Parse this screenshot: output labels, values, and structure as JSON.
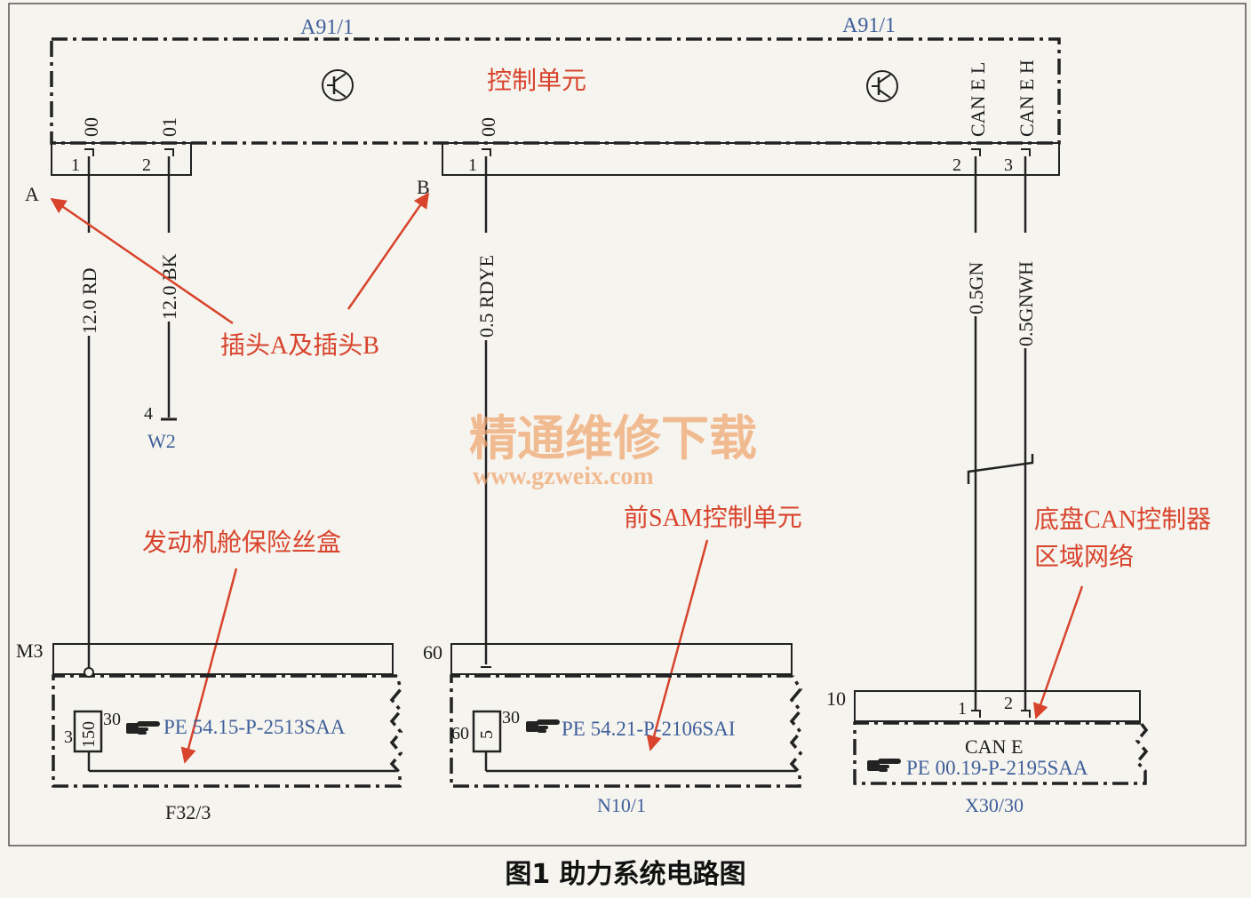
{
  "labels": {
    "module_left": "A91/1",
    "module_right": "A91/1",
    "control_unit": "控制单元",
    "pin_00_a": "00",
    "pin_01": "01",
    "pin_00_b": "00",
    "can_el": "CAN E L",
    "can_eh": "CAN E H",
    "conn_a": "A",
    "conn_b": "B",
    "pin1_a": "1",
    "pin2_a": "2",
    "pin1_b": "1",
    "pin2_b": "2",
    "pin3_b": "3",
    "wire_rd": "12.0 RD",
    "wire_bk": "12.0 BK",
    "wire_rdye": "0.5 RDYE",
    "wire_gn": "0.5GN",
    "wire_gnwh": "0.5GNWH",
    "w2_pin": "4",
    "w2": "W2",
    "plug_note": "插头A及插头B",
    "fuse_box_note": "发动机舱保险丝盒",
    "sam_note": "前SAM控制单元",
    "can_note_1": "底盘CAN控制器",
    "can_note_2": "区域网络",
    "m3": "M3",
    "f_pin3": "3",
    "f_150": "150",
    "f_30": "30",
    "f_ref": "PE 54.15-P-2513SAA",
    "f_name": "F32/3",
    "n_pin60a": "60",
    "n_pin60b": "60",
    "n_5": "5",
    "n_30": "30",
    "n_ref": "PE 54.21-P-2106SAI",
    "n_name": "N10/1",
    "x_10": "10",
    "x_pin1": "1",
    "x_pin2": "2",
    "x_can": "CAN E",
    "x_ref": "PE 00.19-P-2195SAA",
    "x_name": "X30/30",
    "watermark_cn": "精通维修下载",
    "watermark_url": "www.gzweix.com",
    "caption": "图1 助力系统电路图"
  },
  "colors": {
    "annotation_red": "#d8432c",
    "label_blue": "#3f5f9a",
    "watermark": "#f0a36c"
  },
  "icons": [
    "transistor-icon",
    "hand-pointer-icon"
  ]
}
